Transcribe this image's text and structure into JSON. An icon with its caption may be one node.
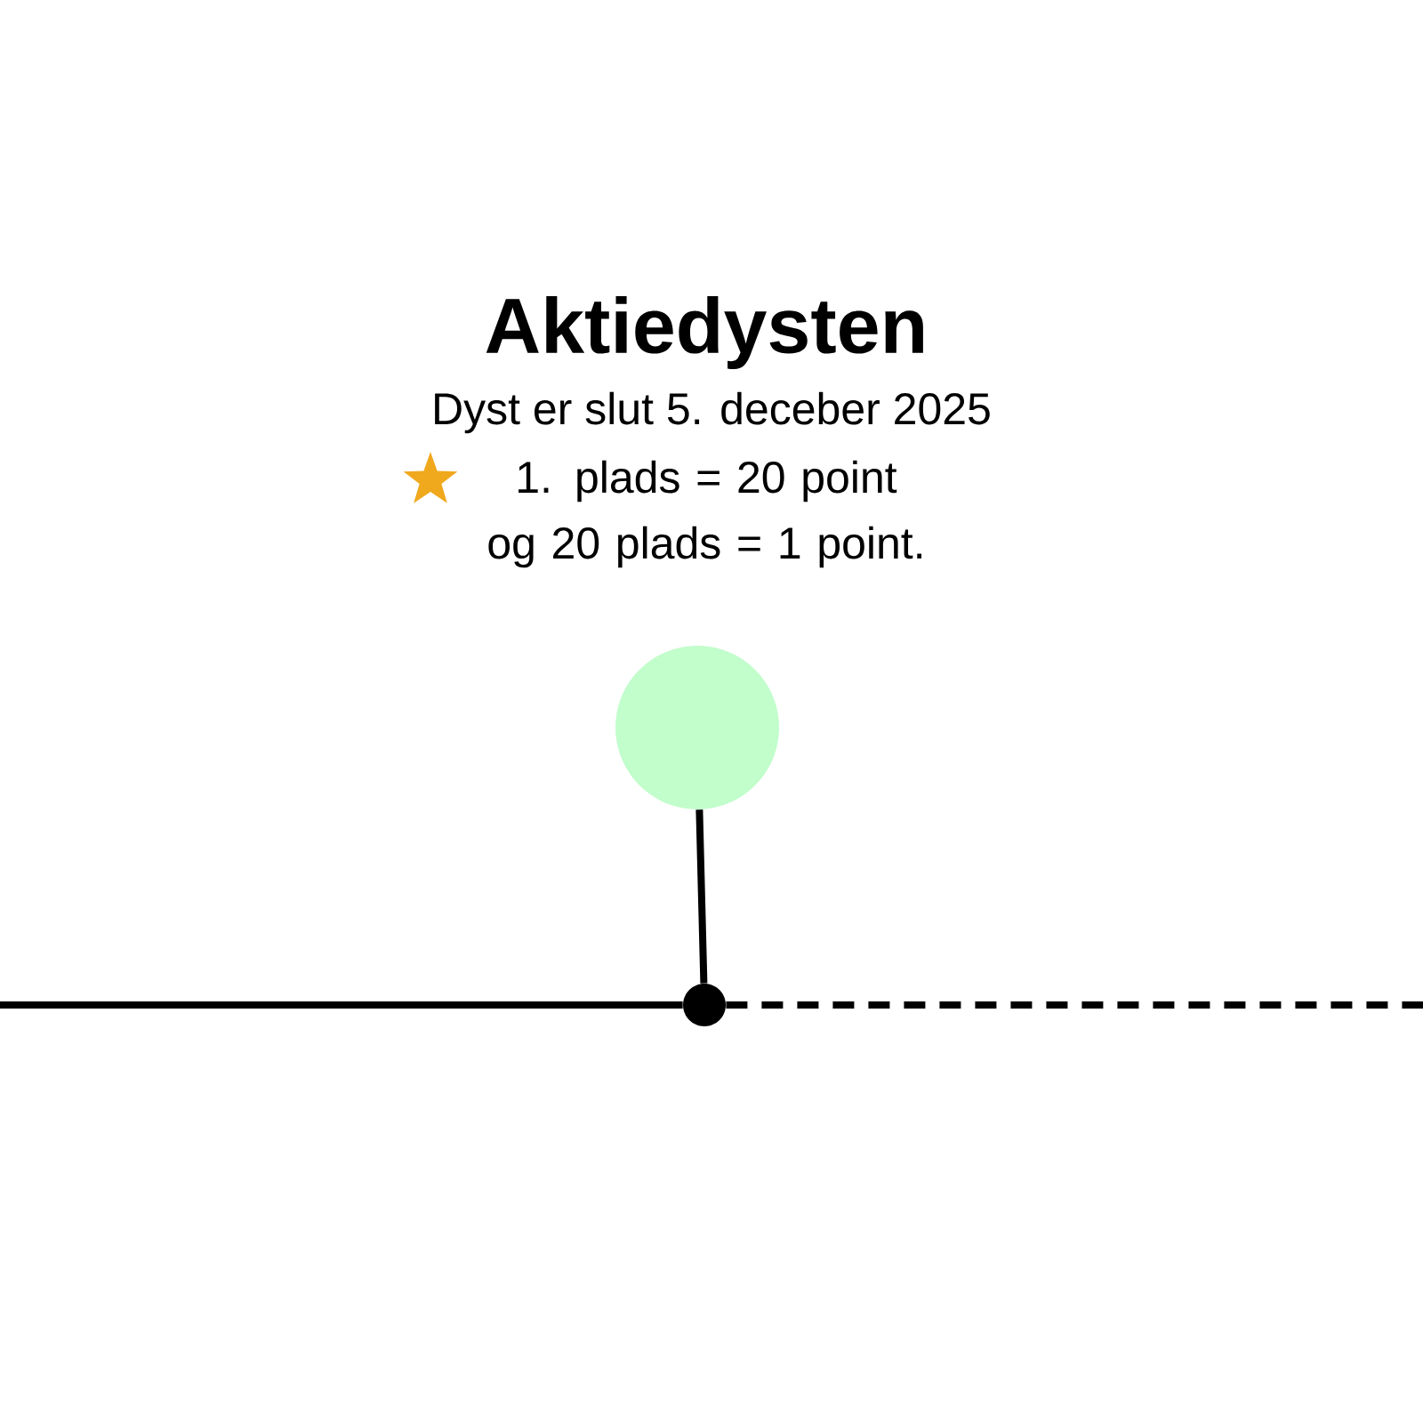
{
  "diagram": {
    "title": "Aktiedysten",
    "nodes": [
      {
        "text": [],
        "shape": "circle"
      },
      {
        "text": [],
        "shape": "circle"
      }
    ],
    "edges": [
      {
        "from": 1,
        "to": 0,
        "arrow": "none"
      },
      {
        "from": null,
        "to": 1,
        "arrow": "none"
      },
      {
        "from": 1,
        "to": null,
        "arrow": "none",
        "style": "dashed"
      }
    ],
    "labels": [
      "Dyst er slut 5. deceber 2025",
      "1. plads = 20 point og 20 plads = 1 point."
    ]
  }
}
